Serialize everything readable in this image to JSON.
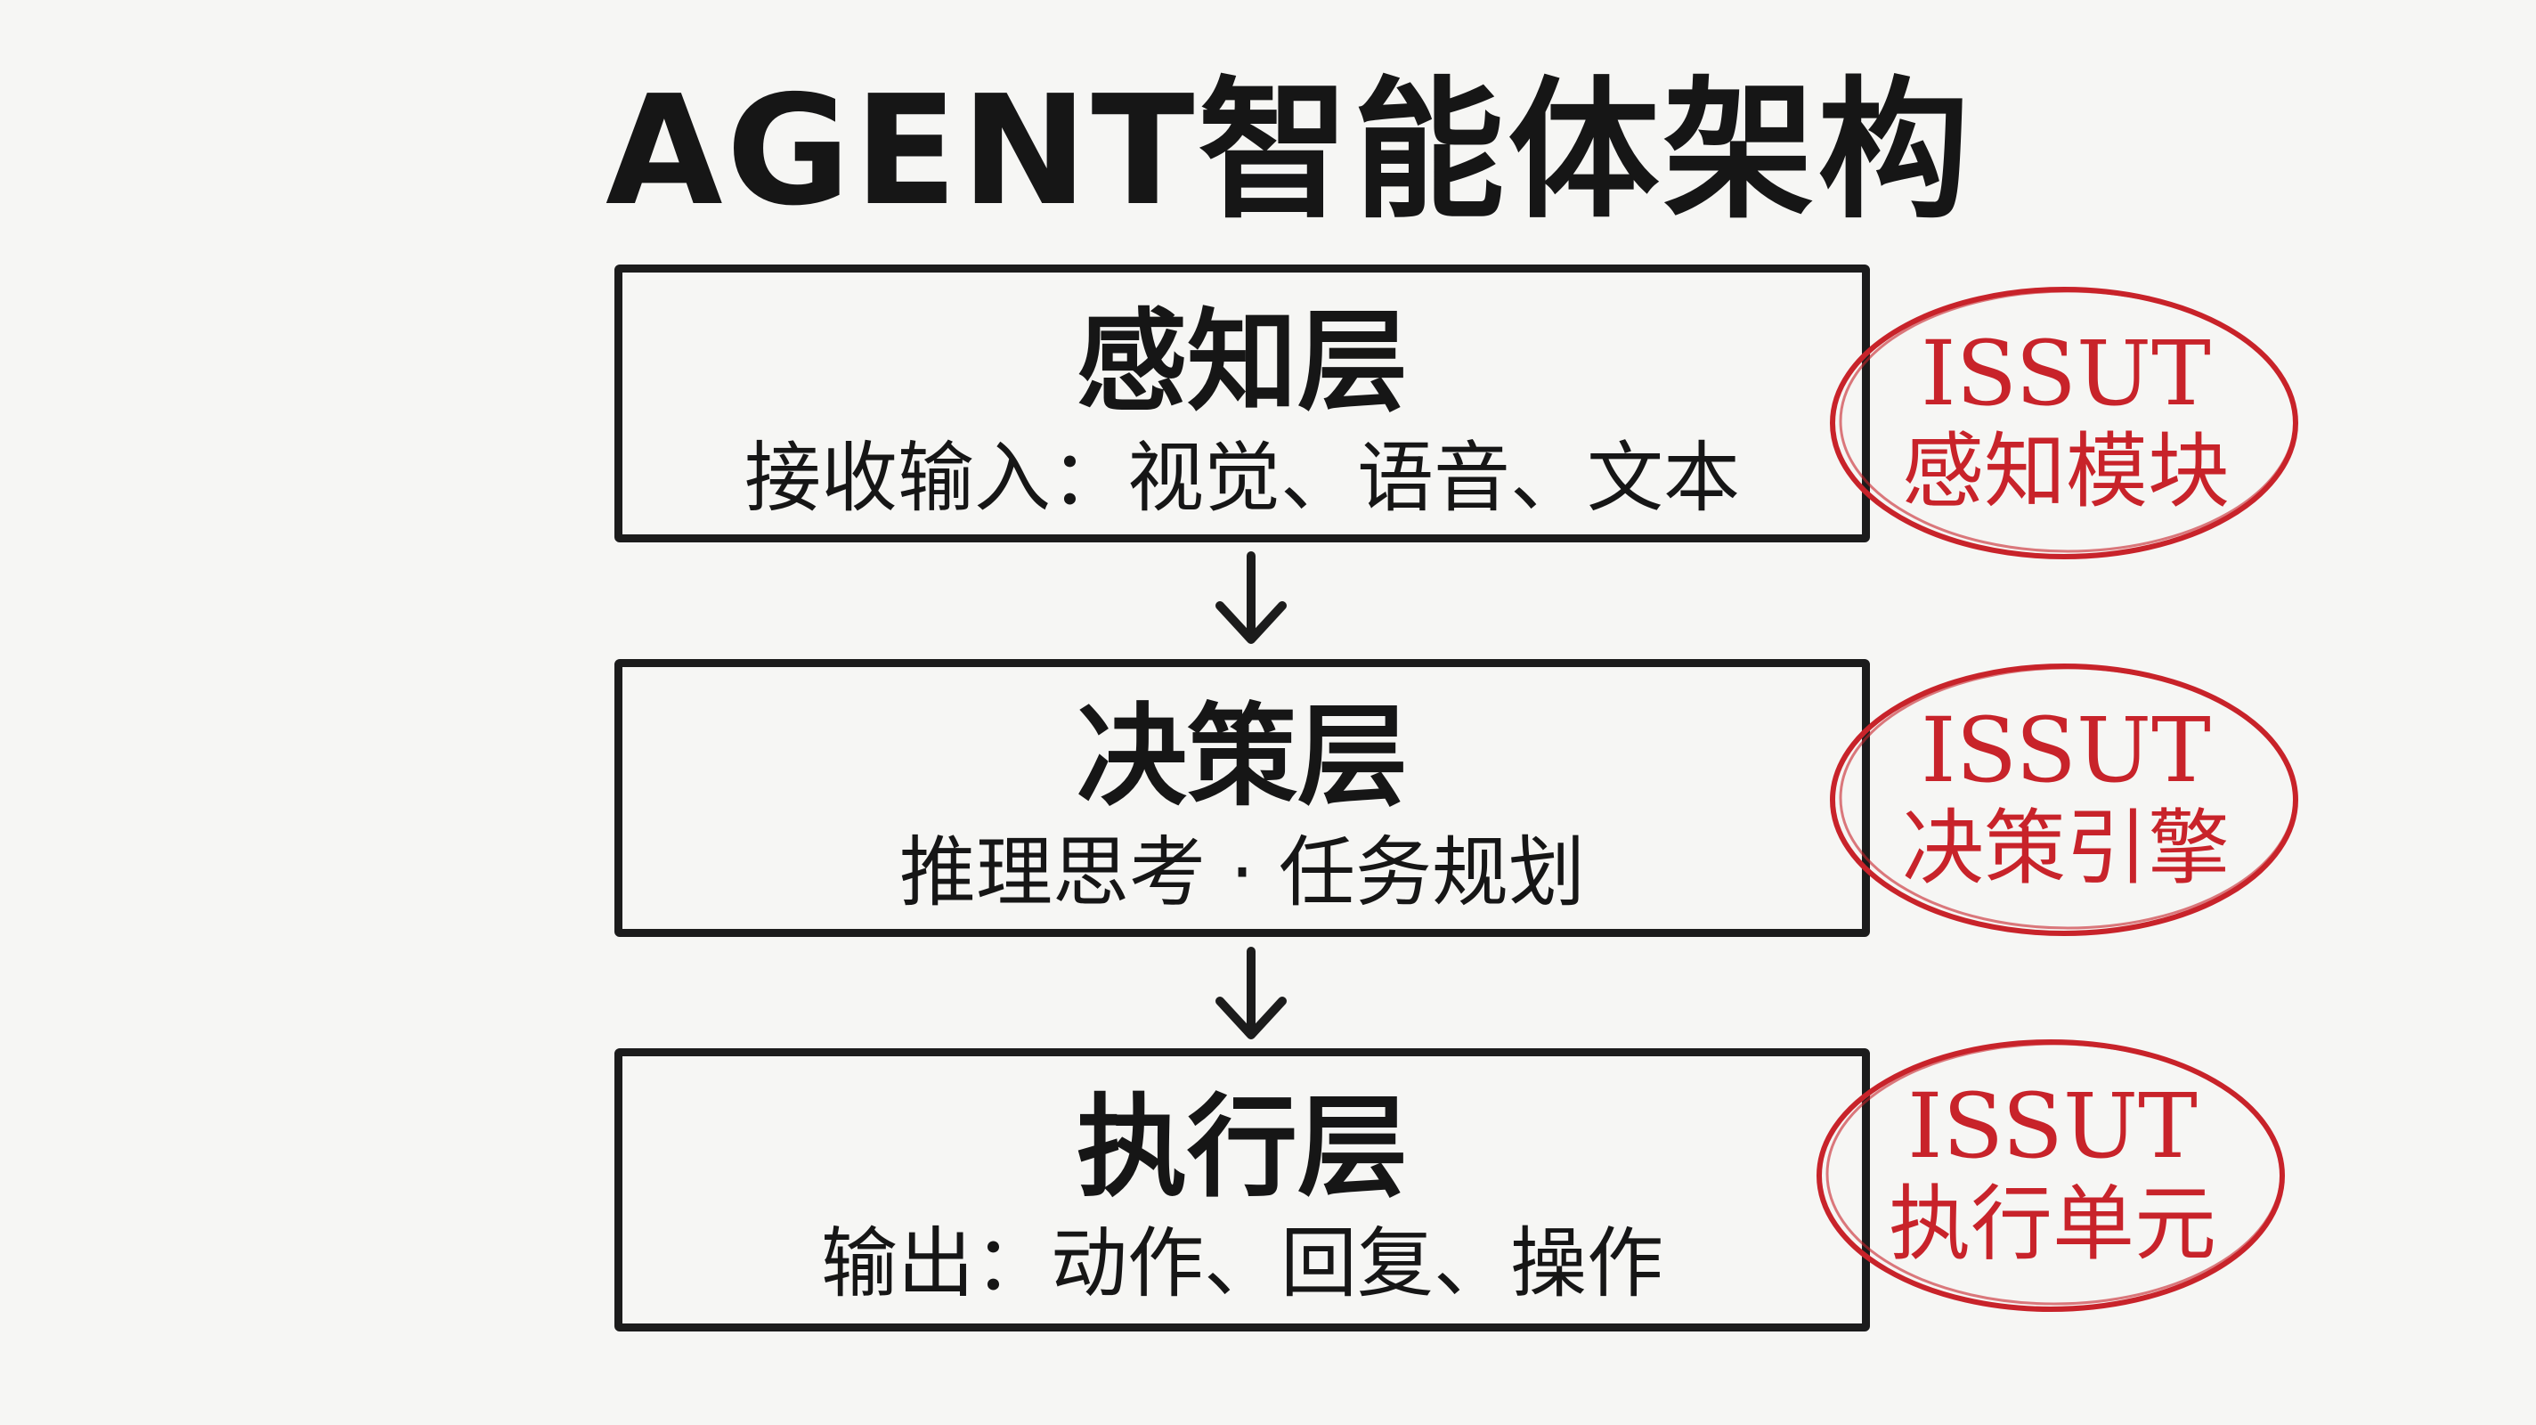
{
  "title": "AGENT智能体架构",
  "layers": [
    {
      "name": "感知层",
      "desc": "接收输入：视觉、语音、文本",
      "stamp_code": "ISSUT",
      "stamp_label": "感知模块"
    },
    {
      "name": "决策层",
      "desc": "推理思考 · 任务规划",
      "stamp_code": "ISSUT",
      "stamp_label": "决策引擎"
    },
    {
      "name": "执行层",
      "desc": "输出：动作、回复、操作",
      "stamp_code": "ISSUT",
      "stamp_label": "执行单元"
    }
  ],
  "colors": {
    "ink": "#1c1c1c",
    "stamp_red": "#c8232a",
    "background": "#f6f6f4"
  },
  "icons": [
    "arrow-down-icon",
    "stamp-ellipse-icon"
  ]
}
